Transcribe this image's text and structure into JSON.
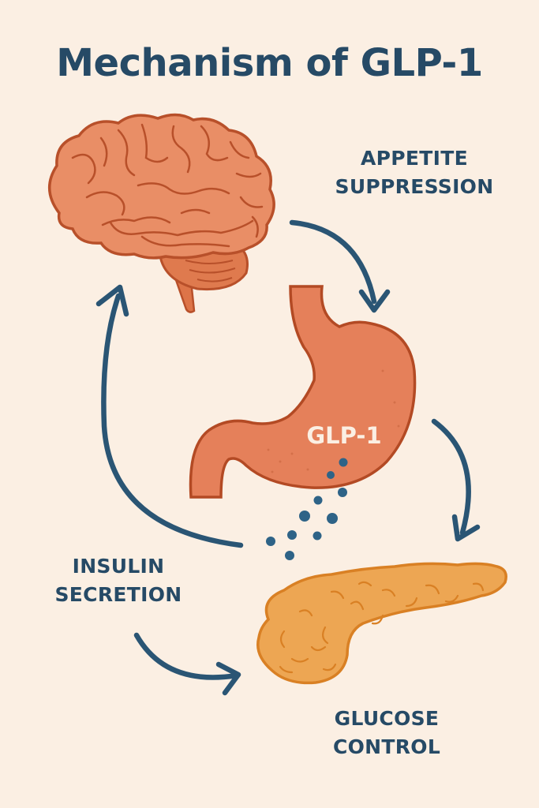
{
  "title": "Mechanism of GLP-1",
  "labels": {
    "appetite_line1": "APPETITE",
    "appetite_line2": "SUPPRESSION",
    "insulin_line1": "INSULIN",
    "insulin_line2": "SECRETION",
    "glucose_line1": "GLUCOSE",
    "glucose_line2": "CONTROL",
    "stomach_hormone": "GLP-1"
  },
  "organs": [
    "brain",
    "stomach",
    "pancreas"
  ],
  "flow": [
    {
      "from": "brain",
      "to": "stomach",
      "label": "APPETITE SUPPRESSION"
    },
    {
      "from": "stomach",
      "to": "pancreas",
      "label": "GLP-1"
    },
    {
      "from": "insulin",
      "to": "pancreas",
      "label": "INSULIN SECRETION"
    },
    {
      "from": "pancreas",
      "to": "brain",
      "label": "GLUCOSE CONTROL"
    }
  ],
  "colors": {
    "background": "#fbefe3",
    "text": "#264a66",
    "arrow": "#2a5574",
    "brain_fill": "#e98e66",
    "brain_stroke": "#b8502a",
    "stomach_fill": "#e5805a",
    "stomach_stroke": "#b34a24",
    "pancreas_fill": "#eda653",
    "pancreas_stroke": "#d98024",
    "dots": "#2e6387",
    "glp_text": "#fbefe3"
  }
}
